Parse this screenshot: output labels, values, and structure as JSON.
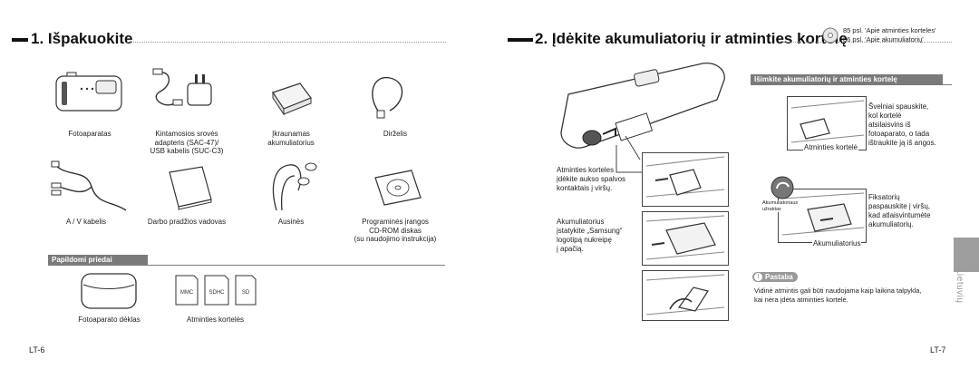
{
  "left": {
    "heading": "1. Išpakuokite",
    "items_row1": [
      {
        "lines": [
          "Fotoaparatas"
        ]
      },
      {
        "lines": [
          "Kintamosios srovės",
          "adapteris (SAC-47)/",
          "USB kabelis (SUC-C3)"
        ]
      },
      {
        "lines": [
          "Įkraunamas",
          "akumuliatorius"
        ]
      },
      {
        "lines": [
          "Dirželis"
        ]
      }
    ],
    "items_row2": [
      {
        "lines": [
          "A / V kabelis"
        ]
      },
      {
        "lines": [
          "Darbo pradžios vadovas"
        ]
      },
      {
        "lines": [
          "Ausinės"
        ]
      },
      {
        "lines": [
          "Programinės įrangos",
          "CD-ROM diskas",
          "(su naudojimo instrukcija)"
        ]
      }
    ],
    "optional_label": "Papildomi priedai",
    "optional_items": [
      {
        "lines": [
          "Fotoaparato dėklas"
        ]
      },
      {
        "lines": [
          "Atminties kortelės"
        ]
      }
    ],
    "card_labels": [
      "MMC",
      "SDHC",
      "SD"
    ],
    "page_number": "LT-6"
  },
  "right": {
    "heading": "2. Įdėkite akumuliatorių ir atminties kortelę",
    "references": [
      "85 psl. 'Apie atminties korteles'",
      "86 psl. 'Apie akumuliatorių'"
    ],
    "insert_card_text": [
      "Atminties korteles",
      "įdėkite aukso spalvos",
      "kontaktais į viršų."
    ],
    "insert_battery_text": [
      "Akumuliatorius",
      "įstatykite „Samsung“",
      "logotipą nukreipę",
      "į apačią."
    ],
    "remove_label": "Išimkite akumuliatorių ir atminties kortelę",
    "remove_card_text": [
      "Švelniai spauskite,",
      "kol kortelė",
      "atsilaisvins iš",
      "fotoaparato, o tada",
      "ištraukite ją iš angos."
    ],
    "remove_card_caption": "Atminties kortelė",
    "remove_battery_text": [
      "Fiksatorių",
      "paspauskite į viršų,",
      "kad atlaisvintumėte",
      "akumuliatorių."
    ],
    "remove_battery_caption": "Akumuliatorius",
    "lock_label": [
      "Akumuliatoriaus",
      "užraktas"
    ],
    "note_label": "Pastaba",
    "note_text": [
      "Vidinė atmintis gali būti naudojama kaip laikina talpykla,",
      "kai nėra įdėta atminties kortelė."
    ],
    "side_tab": "Lietuvių",
    "page_number": "LT-7"
  },
  "colors": {
    "pill_bg": "#7a7a7a",
    "tab_bg": "#9e9e9e",
    "note_icon": "#9a9a9a"
  }
}
